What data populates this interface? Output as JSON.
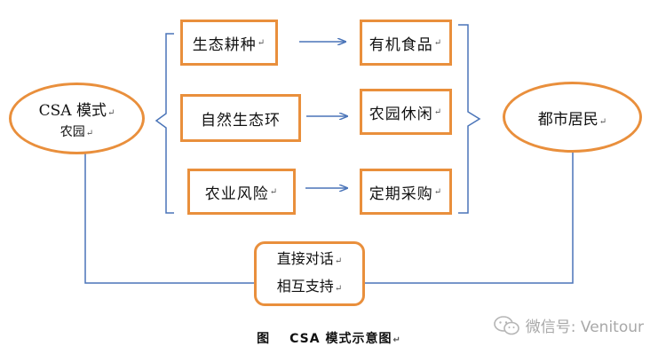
{
  "nodes": {
    "csa_farm": {
      "line1": "CSA 模式",
      "line2": "农园"
    },
    "urban_residents": {
      "label": "都市居民"
    },
    "left_items": [
      "生态耕种",
      "自然生态环",
      "农业风险"
    ],
    "right_items": [
      "有机食品",
      "农园休闲",
      "定期采购"
    ],
    "dialogue": {
      "line1": "直接对话",
      "line2": "相互支持"
    }
  },
  "caption": {
    "prefix": "图",
    "text": "CSA 模式示意图"
  },
  "watermark": {
    "text": "微信号: Venitour",
    "icon": "wechat-logo-icon"
  },
  "colors": {
    "box_border": "#e98f3c",
    "connector": "#4a74b8",
    "watermark": "#a8a8a8"
  }
}
